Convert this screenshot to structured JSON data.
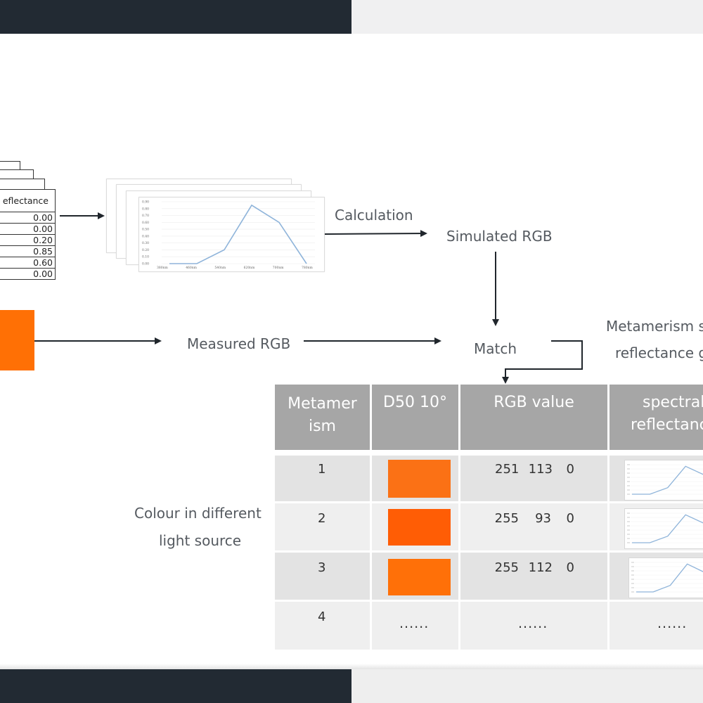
{
  "flow": {
    "calculation": "Calculation",
    "simulated_rgb": "Simulated RGB",
    "measured_rgb": "Measured RGB",
    "match": "Match",
    "metamerism_line1": "Metamerism s",
    "metamerism_line2": "reflectance g",
    "colour_line1": "Colour in different",
    "colour_line2": "light source"
  },
  "data_table": {
    "header": "eflectance",
    "values": [
      "0.00",
      "0.00",
      "0.20",
      "0.85",
      "0.60",
      "0.00"
    ]
  },
  "reflectance_chart": {
    "y_ticks": [
      "0.00",
      "0.10",
      "0.20",
      "0.30",
      "0.40",
      "0.50",
      "0.60",
      "0.70",
      "0.80",
      "0.90"
    ],
    "x_ticks": [
      "380nm",
      "460nm",
      "540nm",
      "620nm",
      "700nm",
      "780nm"
    ],
    "values": [
      0.0,
      0.0,
      0.2,
      0.85,
      0.6,
      0.0
    ]
  },
  "table": {
    "headers": {
      "metamerism_l1": "Metamer",
      "metamerism_l2": "ism",
      "d50": "D50 10°",
      "rgb": "RGB value",
      "spectral_l1": "spectral",
      "spectral_l2": "reflectanc"
    },
    "rows": [
      {
        "index": "1",
        "r": "251",
        "g": "113",
        "b": "0",
        "color": "#fb7115"
      },
      {
        "index": "2",
        "r": "255",
        "g": "93",
        "b": "0",
        "color": "#ff5d05"
      },
      {
        "index": "3",
        "r": "255",
        "g": "112",
        "b": "0",
        "color": "#ff7008"
      },
      {
        "index": "4",
        "ellipsis": "......"
      }
    ]
  },
  "colors": {
    "orange_sample": "#ff7005",
    "header_gray": "#a6a6a6",
    "arrow": "#20262c",
    "chart_line": "#8fb4da"
  }
}
